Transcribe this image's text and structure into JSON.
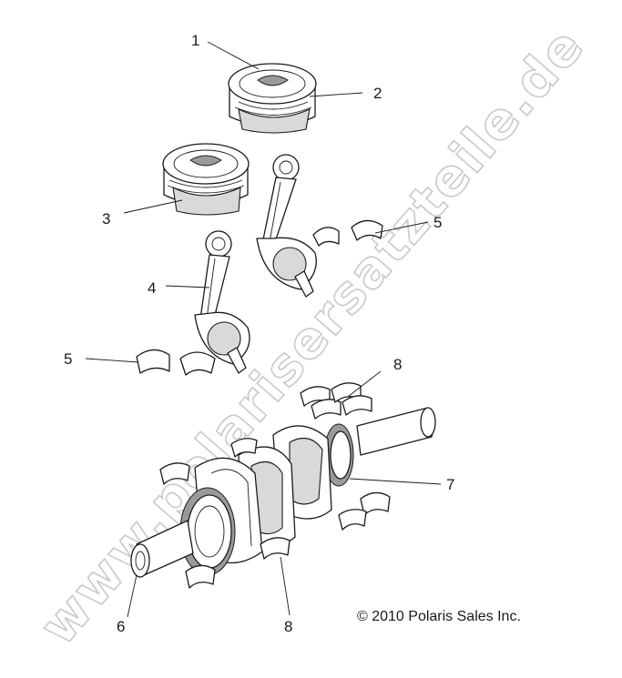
{
  "diagram": {
    "callouts": {
      "c1": "1",
      "c2": "2",
      "c3": "3",
      "c4": "4",
      "c5a": "5",
      "c5b": "5",
      "c6": "6",
      "c7": "7",
      "c8a": "8",
      "c8b": "8"
    },
    "copyright": "© 2010 Polaris Sales Inc.",
    "watermark": "www.polarisersatzteile.de"
  }
}
